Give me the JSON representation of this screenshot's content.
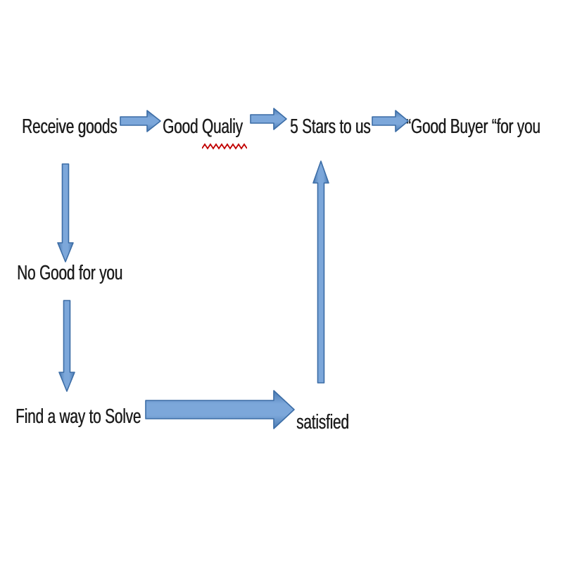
{
  "diagram": {
    "nodes": {
      "receive_goods": "Receive goods",
      "good_quality": "Good Qualiy",
      "five_stars": "5 Stars to us",
      "good_buyer": "“Good Buyer “for you",
      "no_good": "No Good for you",
      "find_way": "Find a way to Solve",
      "satisfied": "satisfied"
    },
    "edges": [
      {
        "from": "Receive goods",
        "to": "Good Qualiy",
        "direction": "right"
      },
      {
        "from": "Good Qualiy",
        "to": "5 Stars to us",
        "direction": "right"
      },
      {
        "from": "5 Stars to us",
        "to": "“Good Buyer “for you",
        "direction": "right"
      },
      {
        "from": "Receive goods",
        "to": "No Good for you",
        "direction": "down"
      },
      {
        "from": "No Good for you",
        "to": "Find a way to Solve",
        "direction": "down"
      },
      {
        "from": "Find a way to Solve",
        "to": "satisfied",
        "direction": "right"
      },
      {
        "from": "satisfied",
        "to": "5 Stars to us",
        "direction": "up"
      }
    ],
    "annotations": {
      "spellcheck_underline_under": "Qualiy"
    },
    "colors": {
      "background": "#ffffff",
      "text": "#1d1d1d",
      "arrow_fill_dark": "#4a7ab2",
      "arrow_fill_light": "#7ca7da",
      "arrow_border": "#3c6da6",
      "squiggle": "#c00000"
    }
  }
}
